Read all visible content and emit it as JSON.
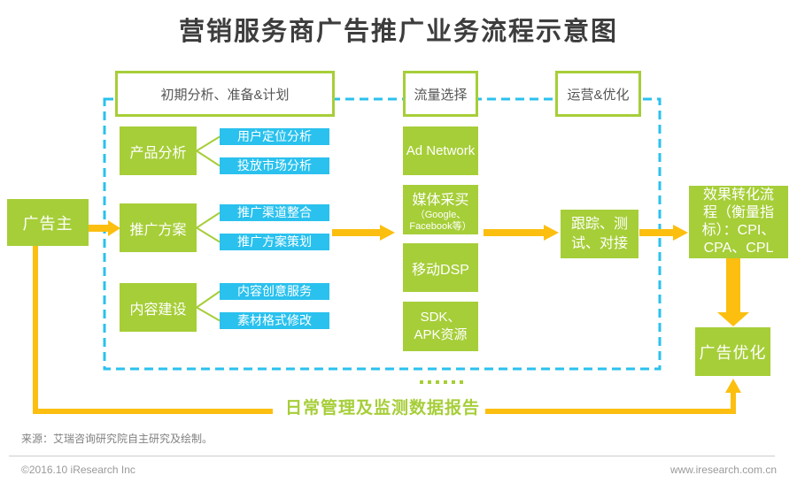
{
  "title": "营销服务商广告推广业务流程示意图",
  "phases": [
    {
      "label": "初期分析、准备&计划"
    },
    {
      "label": "流量选择"
    },
    {
      "label": "运营&优化"
    }
  ],
  "advertiser": "广告主",
  "prep": [
    {
      "category": "产品分析",
      "items": [
        "用户定位分析",
        "投放市场分析"
      ]
    },
    {
      "category": "推广方案",
      "items": [
        "推广渠道整合",
        "推广方案策划"
      ]
    },
    {
      "category": "内容建设",
      "items": [
        "内容创意服务",
        "素材格式修改"
      ]
    }
  ],
  "traffic": [
    {
      "main": "Ad Network"
    },
    {
      "main": "媒体采买",
      "sub": "（Google、Facebook等）"
    },
    {
      "main": "移动DSP"
    },
    {
      "main": "SDK、APK资源"
    }
  ],
  "operation": {
    "tracking": "跟踪、测试、对接",
    "conversion": "效果转化流程（衡量指标）：CPI、CPA、CPL",
    "ad_optimization": "广告优化"
  },
  "daily_report": "日常管理及监测数据报告",
  "source": "来源：艾瑞咨询研究院自主研究及绘制。",
  "footer": {
    "copyright": "©2016.10 iResearch Inc",
    "website": "www.iresearch.com.cn"
  },
  "colors": {
    "green": "#a6ce38",
    "cyan": "#2ac1ee",
    "yellow": "#fcbf10",
    "title_text": "#3d3d3d",
    "gray_text": "#808080"
  }
}
